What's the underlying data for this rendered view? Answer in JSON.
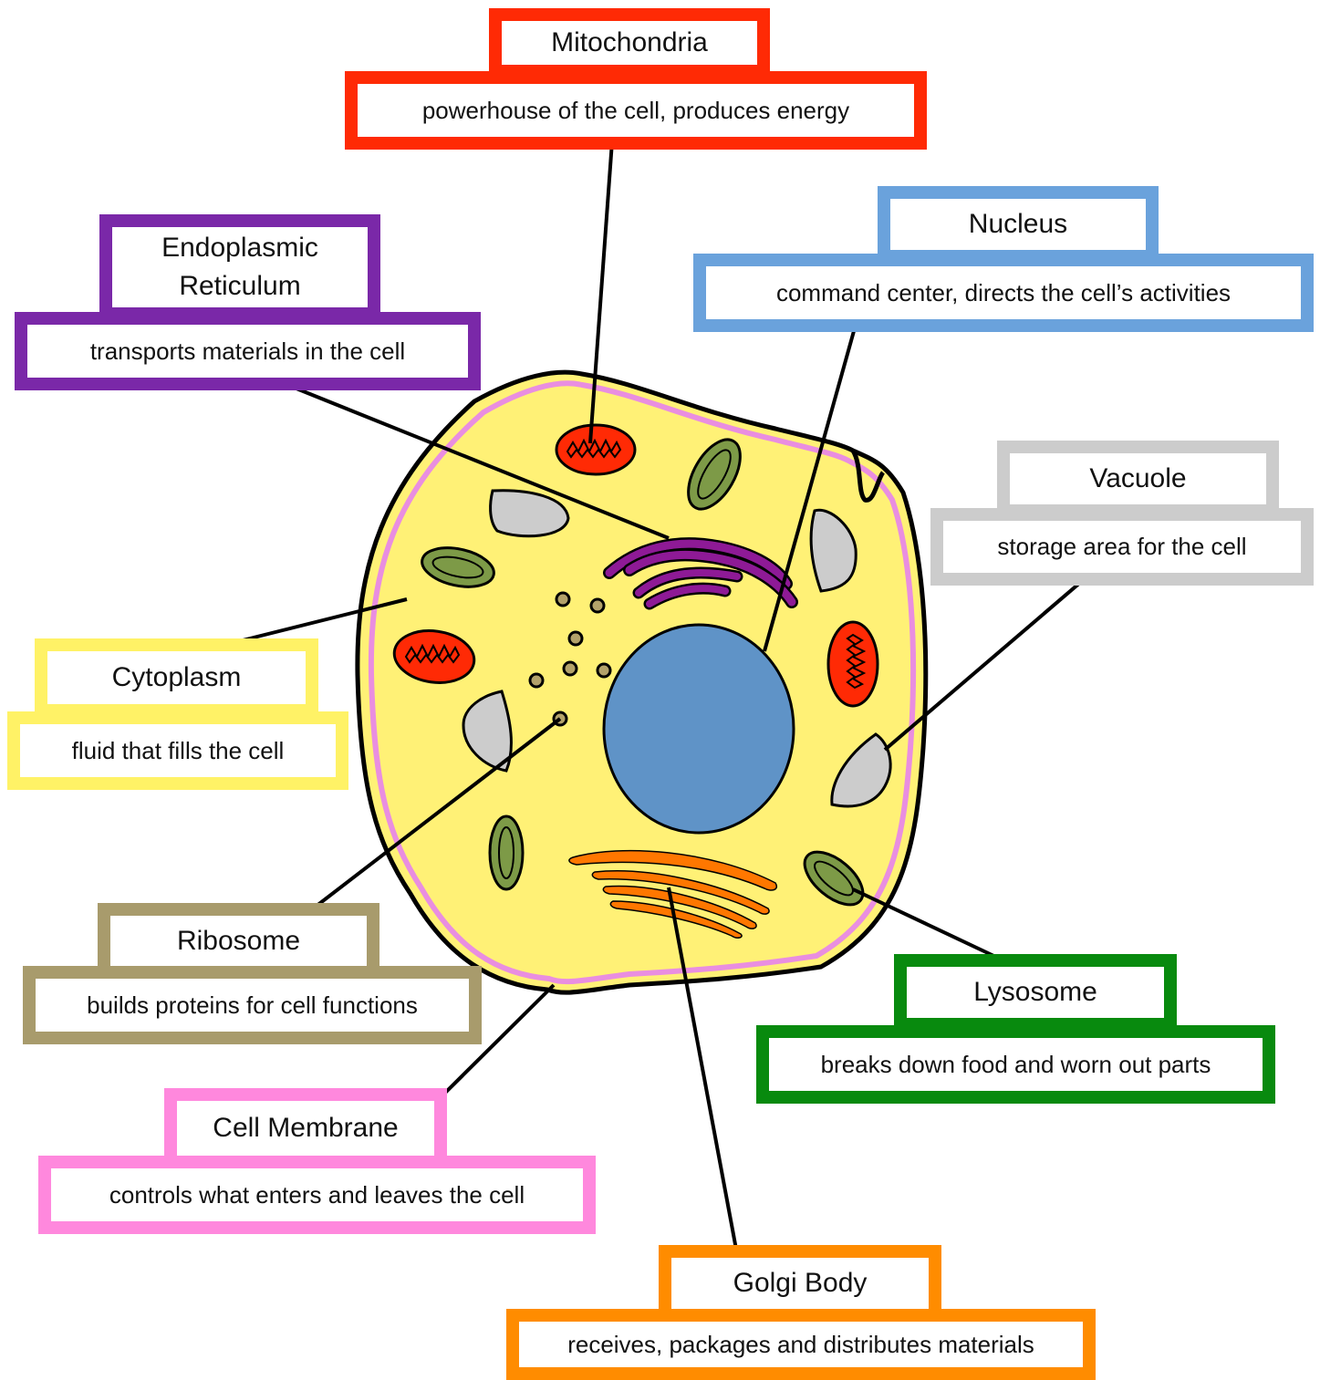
{
  "labels": {
    "mitochondria": {
      "name": "Mitochondria",
      "desc": "powerhouse of the cell, produces energy",
      "color": "#ff2a05"
    },
    "nucleus": {
      "name": "Nucleus",
      "desc": "command center, directs the cell’s activities",
      "color": "#6aa2dc"
    },
    "er": {
      "name_line1": "Endoplasmic",
      "name_line2": "Reticulum",
      "desc": "transports materials in the cell",
      "color": "#7a28a8"
    },
    "vacuole": {
      "name": "Vacuole",
      "desc": "storage area for the cell",
      "color": "#cccccc"
    },
    "cytoplasm": {
      "name": "Cytoplasm",
      "desc": "fluid that fills the cell",
      "color": "#fff266"
    },
    "ribosome": {
      "name": "Ribosome",
      "desc": "builds proteins for cell functions",
      "color": "#a89b6c"
    },
    "lysosome": {
      "name": "Lysosome",
      "desc": "breaks down food and worn out parts",
      "color": "#088a0e"
    },
    "membrane": {
      "name": "Cell Membrane",
      "desc": "controls what enters and leaves the cell",
      "color": "#ff88dd"
    },
    "golgi": {
      "name": "Golgi Body",
      "desc": "receives, packages and distributes materials",
      "color": "#ff8c00"
    }
  },
  "colors": {
    "cytoplasm_fill": "#fff176",
    "membrane_pink": "#e98ee0",
    "nucleus_fill": "#5f93c7",
    "mitochondria_fill": "#ff2a05",
    "er_purple": "#8e1a96",
    "golgi_orange": "#ff7700",
    "lysosome_green": "#7d9a47",
    "vacuole_gray": "#cccccc",
    "ribosome_tan": "#b3a26a"
  }
}
